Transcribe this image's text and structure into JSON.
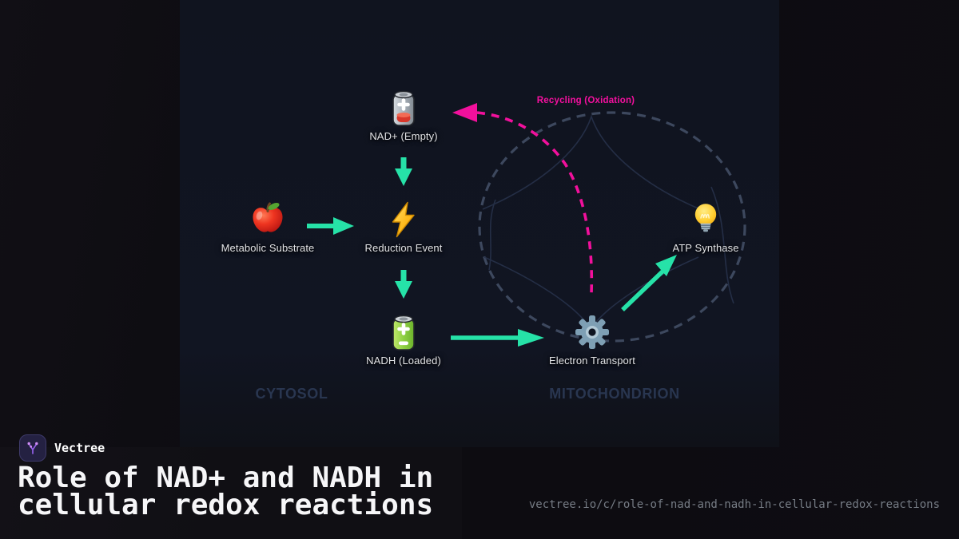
{
  "brand": {
    "name": "Vectree",
    "logo_icon": "vector-tree-icon"
  },
  "title": {
    "line1": "Role of NAD+ and NADH in",
    "line2": "cellular redox reactions"
  },
  "url": "vectree.io/c/role-of-nad-and-nadh-in-cellular-redox-reactions",
  "diagram": {
    "regions": [
      {
        "id": "cytosol",
        "label": "CYTOSOL"
      },
      {
        "id": "mitochondrion",
        "label": "MITOCHONDRION"
      }
    ],
    "recycle_label": "Recycling (Oxidation)",
    "nodes": [
      {
        "id": "nad-empty",
        "label": "NAD+ (Empty)",
        "icon": "battery-low-icon"
      },
      {
        "id": "metabolic-substrate",
        "label": "Metabolic Substrate",
        "icon": "apple-icon"
      },
      {
        "id": "reduction-event",
        "label": "Reduction Event",
        "icon": "lightning-icon"
      },
      {
        "id": "nadh-loaded",
        "label": "NADH (Loaded)",
        "icon": "battery-charged-icon"
      },
      {
        "id": "electron-transport",
        "label": "Electron Transport",
        "icon": "gear-icon"
      },
      {
        "id": "atp-synthase",
        "label": "ATP Synthase",
        "icon": "lightbulb-icon"
      }
    ],
    "edges": [
      {
        "from": "nad-empty",
        "to": "reduction-event",
        "style": "solid-teal-arrow"
      },
      {
        "from": "metabolic-substrate",
        "to": "reduction-event",
        "style": "solid-teal-arrow"
      },
      {
        "from": "reduction-event",
        "to": "nadh-loaded",
        "style": "solid-teal-arrow"
      },
      {
        "from": "nadh-loaded",
        "to": "electron-transport",
        "style": "solid-teal-arrow"
      },
      {
        "from": "electron-transport",
        "to": "atp-synthase",
        "style": "solid-teal-arrow"
      },
      {
        "from": "electron-transport",
        "to": "nad-empty",
        "style": "dashed-magenta-arrow",
        "label": "Recycling (Oxidation)"
      }
    ],
    "colors": {
      "arrow_teal": "#26e2a8",
      "recycle_magenta": "#f2109c",
      "membrane_dash": "#3d485e",
      "panel_bg": "#10141f",
      "page_bg": "#0d0c11",
      "region_label": "#293650"
    }
  }
}
